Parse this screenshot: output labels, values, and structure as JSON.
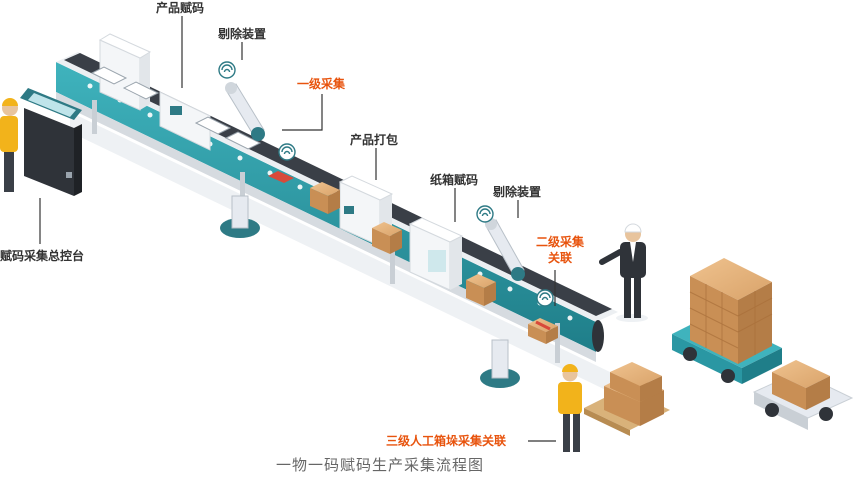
{
  "labels": {
    "product_coding": "产品赋码",
    "reject_device_1": "剔除装置",
    "level1_collect": "一级采集",
    "product_packing": "产品打包",
    "carton_coding": "纸箱赋码",
    "reject_device_2": "剔除装置",
    "level2_line1": "二级采集",
    "level2_line2": "关联",
    "console": "赋码采集总控台",
    "level3": "三级人工箱垛采集关联"
  },
  "caption": "一物一码赋码生产采集流程图",
  "colors": {
    "accent_orange": "#e8540e",
    "teal": "#2a97a3",
    "belt": "#3a3f47",
    "box": "#d9a36a",
    "worker_vest": "#f2b31b",
    "robot": "#e6eaf0"
  }
}
